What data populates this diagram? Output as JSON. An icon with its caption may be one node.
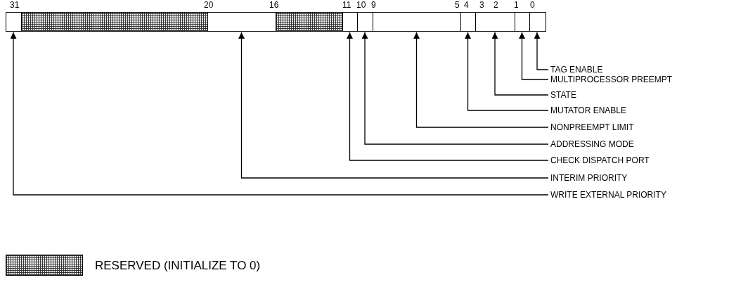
{
  "diagram": {
    "nodes": [
      {
        "text": [],
        "shape": "box"
      },
      {
        "text": [],
        "shape": "box"
      },
      {
        "text": [],
        "shape": "box"
      },
      {
        "text": [],
        "shape": "box"
      },
      {
        "text": [],
        "shape": "box"
      },
      {
        "text": [],
        "shape": "box"
      },
      {
        "text": [],
        "shape": "box"
      },
      {
        "text": [],
        "shape": "box"
      },
      {
        "text": [],
        "shape": "box"
      },
      {
        "text": [],
        "shape": "box"
      },
      {
        "text": [],
        "shape": "box"
      },
      {
        "text": [
          "TAG ENABLE"
        ]
      },
      {
        "text": [
          "MULTIPROCESSOR PREEMPT"
        ]
      },
      {
        "text": [
          "STATE"
        ]
      },
      {
        "text": [
          "MUTATOR ENABLE"
        ]
      },
      {
        "text": [
          "NONPREEMPT LIMIT"
        ]
      },
      {
        "text": [
          "ADDRESSING MODE"
        ]
      },
      {
        "text": [
          "CHECK DISPATCH PORT"
        ]
      },
      {
        "text": [
          "INTERIM PRIORITY"
        ]
      },
      {
        "text": [
          "WRITE EXTERNAL PRIORITY"
        ]
      }
    ],
    "edges": [
      {
        "from": 11,
        "to": 10,
        "arrow": "to"
      },
      {
        "from": 12,
        "to": 9,
        "arrow": "to"
      },
      {
        "from": 13,
        "to": 8,
        "arrow": "to"
      },
      {
        "from": 14,
        "to": 7,
        "arrow": "to"
      },
      {
        "from": 15,
        "to": 6,
        "arrow": "to"
      },
      {
        "from": 16,
        "to": 5,
        "arrow": "to"
      },
      {
        "from": 17,
        "to": 4,
        "arrow": "to"
      },
      {
        "from": 18,
        "to": 2,
        "arrow": "to"
      },
      {
        "from": 19,
        "to": 0,
        "arrow": "to"
      }
    ],
    "labels": [
      "31",
      "20",
      "16",
      "11",
      "10",
      "9",
      "5",
      "4",
      "3",
      "2",
      "1",
      "0"
    ],
    "legend": [
      {
        "text": "RESERVED (INITIALIZE TO 0)"
      }
    ]
  }
}
